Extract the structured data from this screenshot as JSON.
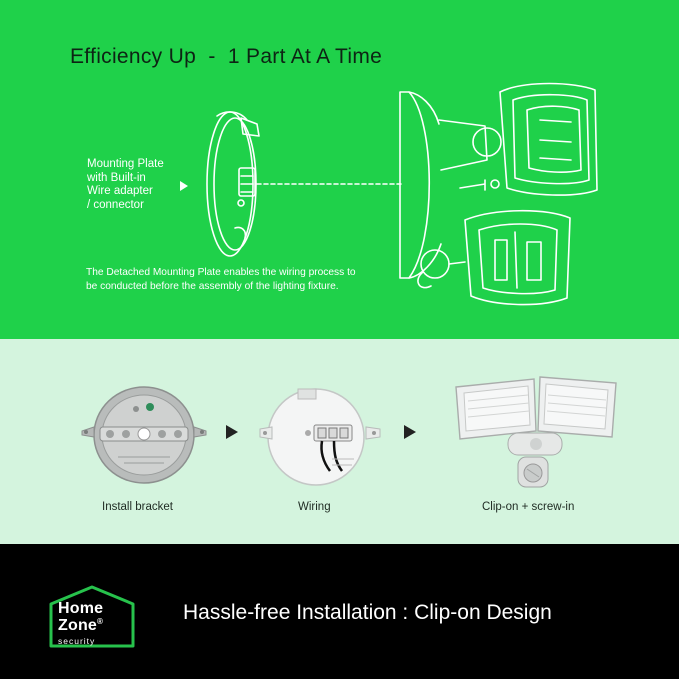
{
  "headline": "Efficiency Up  -  1 Part At A Time",
  "callout": {
    "lines": [
      "Mounting Plate",
      "with Built-in",
      "Wire adapter",
      "/ connector"
    ]
  },
  "note": "The Detached Mounting Plate enables the wiring process to be conducted before the assembly of the lighting fixture.",
  "steps": [
    {
      "label": "Install bracket"
    },
    {
      "label": "Wiring"
    },
    {
      "label": "Clip-on + screw-in"
    }
  ],
  "brand": {
    "line1": "Home",
    "line2": "Zone",
    "reg": "®",
    "line3": "security"
  },
  "tagline": "Hassle-free Installation : Clip-on Design",
  "colors": {
    "top_green": "#1fd14a",
    "mint": "#d4f4de",
    "brand_green": "#27c24c",
    "black": "#000000"
  }
}
